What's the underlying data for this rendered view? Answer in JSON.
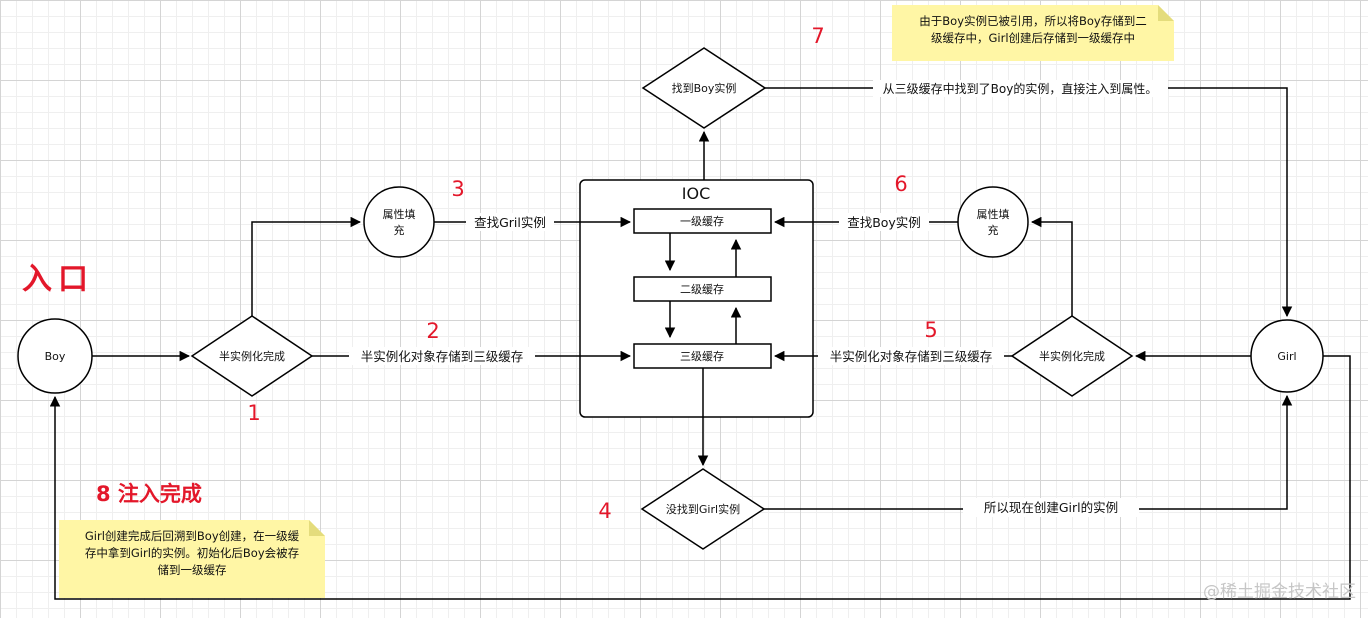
{
  "entry_label": "入口",
  "steps": {
    "s1": "1",
    "s2": "2",
    "s3": "3",
    "s4": "4",
    "s5": "5",
    "s6": "6",
    "s7": "7"
  },
  "done_label": "8 注入完成",
  "nodes": {
    "boy": "Boy",
    "girl": "Girl",
    "half_left": "半实例化完成",
    "half_right": "半实例化完成",
    "fill_left_line1": "属性填",
    "fill_left_line2": "充",
    "fill_right_line1": "属性填",
    "fill_right_line2": "充",
    "found_boy": "找到Boy实例",
    "not_found_girl": "没找到Girl实例",
    "ioc_title": "IOC",
    "cache1": "一级缓存",
    "cache2": "二级缓存",
    "cache3": "三级缓存"
  },
  "edges": {
    "to_cache3_left": "半实例化对象存储到三级缓存",
    "to_cache3_right": "半实例化对象存储到三级缓存",
    "find_girl": "查找Gril实例",
    "find_boy": "查找Boy实例",
    "create_girl": "所以现在创建Girl的实例",
    "inject_boy": "从三级缓存中找到了Boy的实例，直接注入到属性。"
  },
  "notes": {
    "top_line1": "由于Boy实例已被引用，所以将Boy存储到二",
    "top_line2": "级缓存中，Girl创建后存储到一级缓存中",
    "bottom_line1": "Girl创建完成后回溯到Boy创建，在一级缓",
    "bottom_line2": "存中拿到Girl的实例。初始化后Boy会被存",
    "bottom_line3": "储到一级缓存"
  },
  "watermark": "@稀土掘金技术社区"
}
